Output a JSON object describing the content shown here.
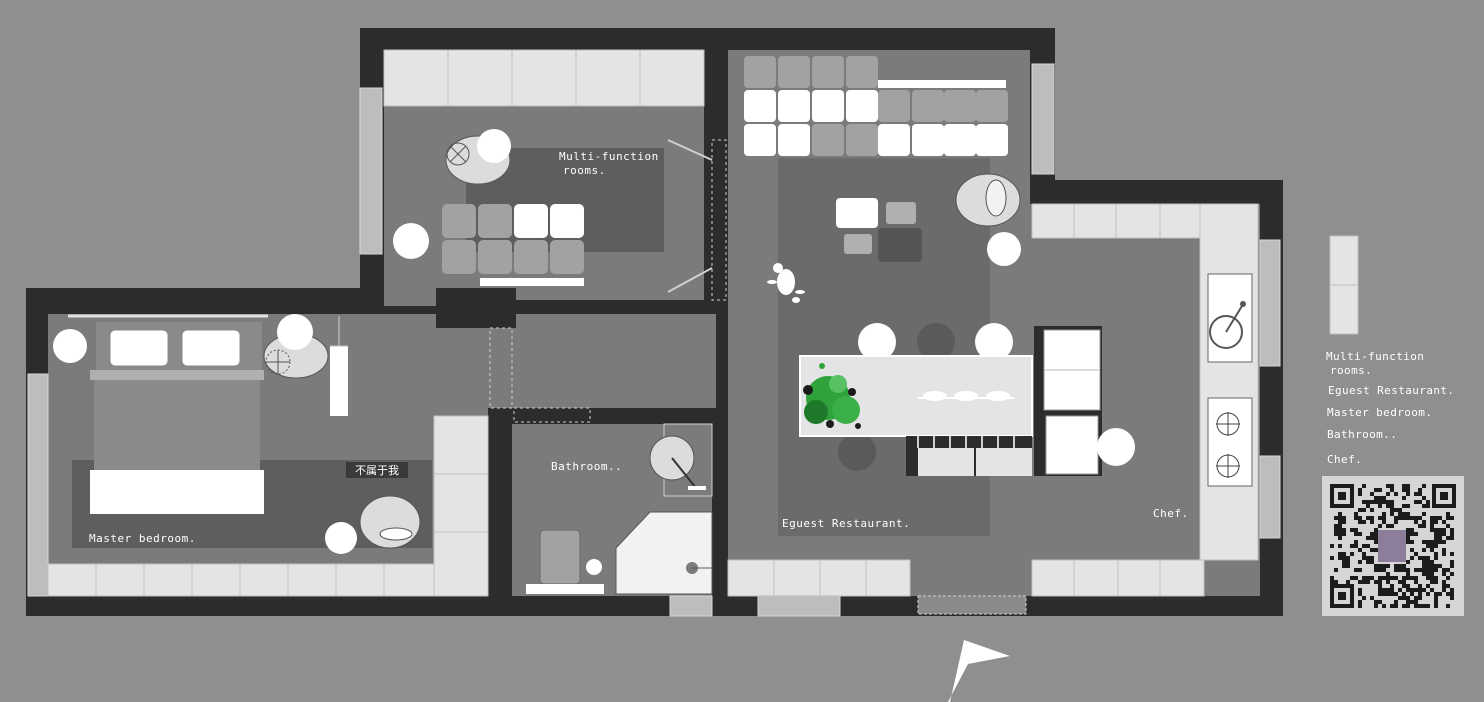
{
  "colors": {
    "background": "#8f8e91",
    "wall": "#2c2c2c",
    "floor": "#7b7b7d",
    "rug": "#5e5e60",
    "furniture_light": "#e4e4e6",
    "furniture_mid": "#a2a2a4",
    "accent_green": "#2fa23c"
  },
  "rooms": {
    "multi_function": "Multi-function\nrooms.",
    "master_bedroom": "Master bedroom.",
    "bathroom": "Bathroom..",
    "restaurant": "Eguest Restaurant.",
    "kitchen": "Chef."
  },
  "legend": {
    "items": [
      "Multi-function\nrooms.",
      "Eguest Restaurant.",
      "Master bedroom.",
      "Bathroom..",
      "Chef."
    ]
  },
  "decor": {
    "bedroom_sign": "不属于我"
  },
  "icons": {
    "entrance": "entrance-arrow-icon",
    "qr": "qr-code-icon"
  }
}
